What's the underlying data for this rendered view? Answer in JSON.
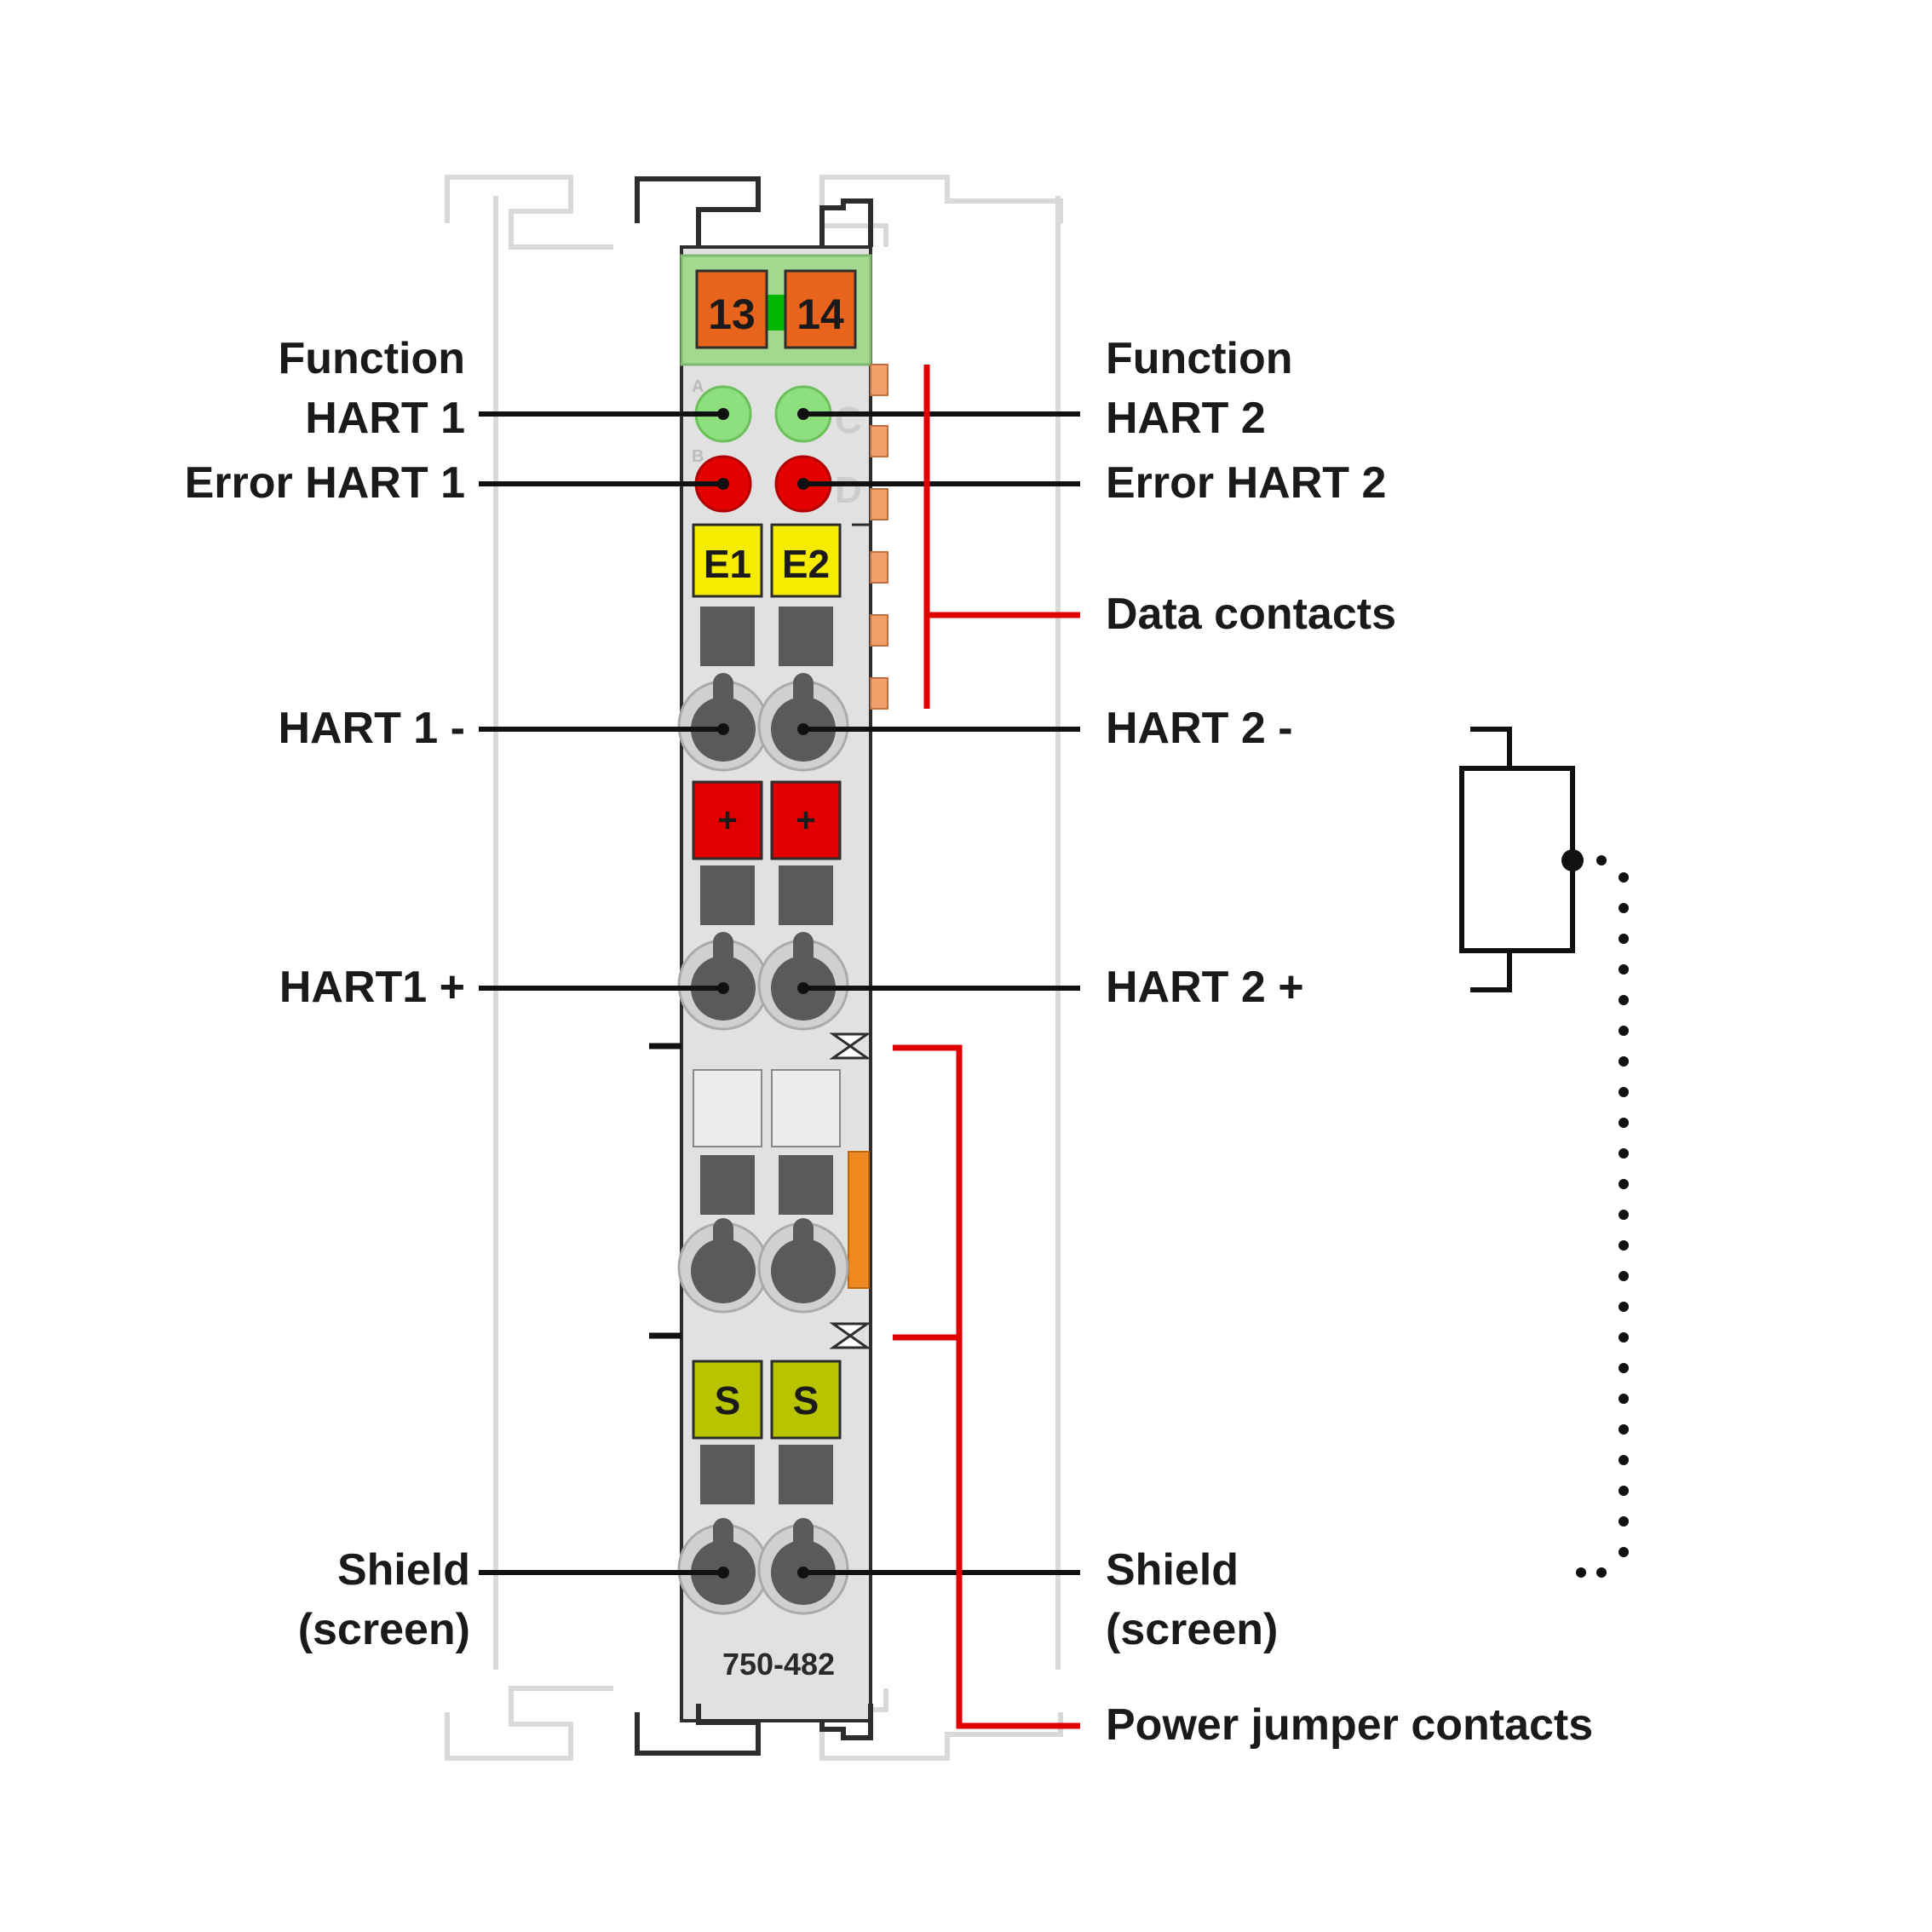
{
  "module": {
    "model": "750-482",
    "top_terminals": [
      "13",
      "14"
    ],
    "led_letters": [
      "A",
      "B",
      "C",
      "D"
    ],
    "row_markers": {
      "e1": "E1",
      "e2": "E2",
      "plus": "+",
      "shield": "S"
    }
  },
  "labels": {
    "function_hart1": [
      "Function",
      "HART 1"
    ],
    "error_hart1": "Error HART 1",
    "hart1_minus": "HART 1 -",
    "hart1_plus": "HART1 +",
    "shield_left": [
      "Shield",
      "(screen)"
    ],
    "function_hart2": [
      "Function",
      "HART 2"
    ],
    "error_hart2": "Error HART 2",
    "data_contacts": "Data contacts",
    "hart2_minus": "HART 2 -",
    "hart2_plus": "HART 2 +",
    "shield_right": [
      "Shield",
      "(screen)"
    ],
    "power_jumper": "Power jumper contacts"
  },
  "colors": {
    "housing": "#e1e1e1",
    "outline": "#2d2d2d",
    "rail": "#d9d9d9",
    "terminal_orange": "#e8641c",
    "top_green": "#a4d88e",
    "led_green": "#8ee07e",
    "led_red": "#e50000",
    "marker_yellow": "#f5ec00",
    "marker_red": "#e00000",
    "marker_olive": "#b9c400",
    "clamp_gray": "#5a5a5a",
    "callout_red": "#e00000",
    "callout_black": "#111111",
    "contact_orange": "#f2a06a"
  }
}
